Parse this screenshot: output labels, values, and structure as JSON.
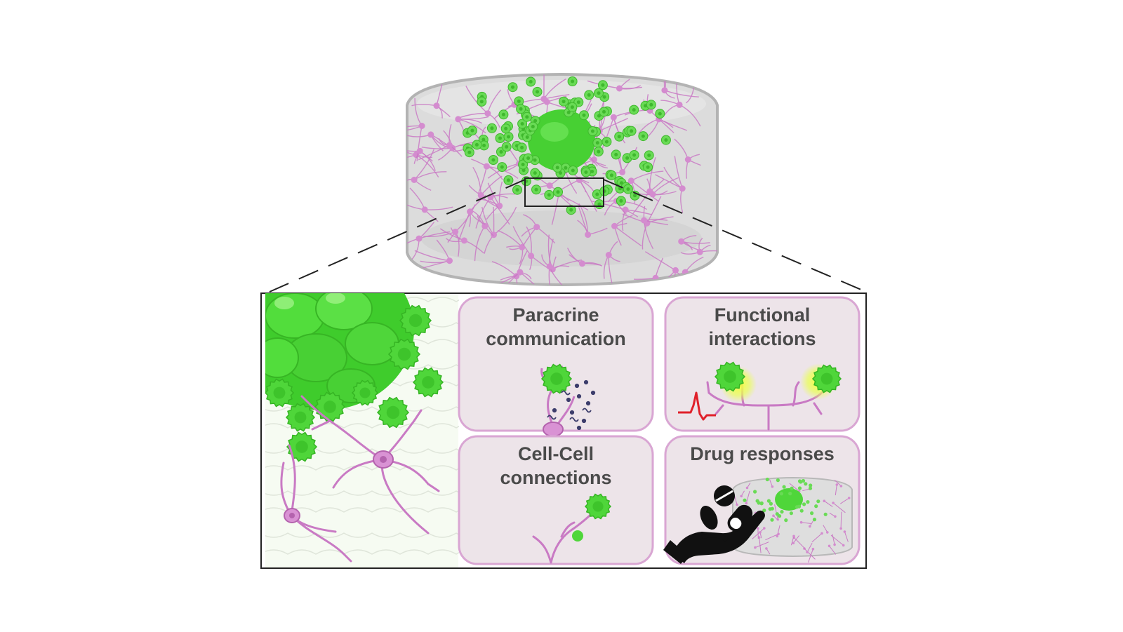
{
  "panels": [
    {
      "id": "paracrine",
      "title": "Paracrine\ncommunication"
    },
    {
      "id": "functional",
      "title": "Functional\ninteractions"
    },
    {
      "id": "cellcell",
      "title": "Cell-Cell\nconnections"
    },
    {
      "id": "drug",
      "title": "Drug responses"
    }
  ],
  "colors": {
    "tumor_green": "#4fd63a",
    "neuron_pink": "#c97ac4",
    "panel_bg": "#ede4e9",
    "panel_border": "#d9a6d3",
    "hydrogel_gray": "#d9d9d9",
    "signal_red": "#e0202a",
    "glow_yellow": "#f4ff3a"
  },
  "icons": [
    "hydrogel-dish-icon",
    "tumor-cell-icon",
    "neuron-icon",
    "pill-icon",
    "capsule-icon",
    "hand-icon",
    "action-potential-icon"
  ]
}
